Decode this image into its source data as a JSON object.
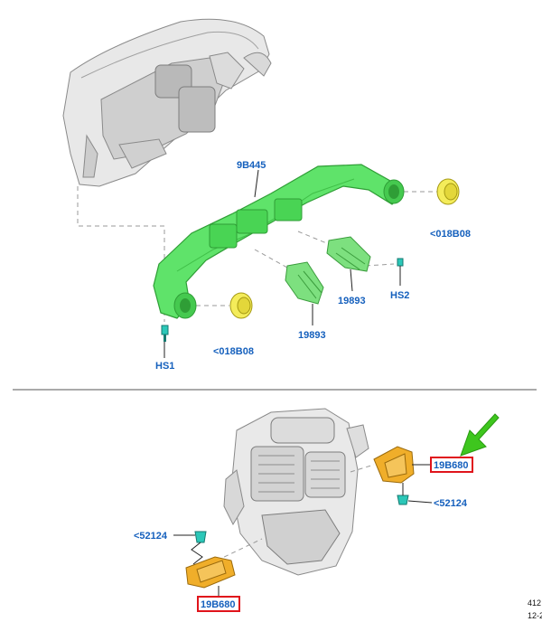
{
  "colors": {
    "callout_text": "#1560bd",
    "highlight_box": "#e0141b",
    "arrow": "#3ec61e",
    "duct_green": "#5fe36a",
    "duct_green_dark": "#2f9e36",
    "grille_yellow": "#f4ec5a",
    "bracket_orange": "#f0ae2a",
    "fastener_teal": "#2bc7b8",
    "dash_gray": "#cfcfcf",
    "body_gray": "#d6d6d6"
  },
  "top_section": {
    "callouts": {
      "main_duct": "9B445",
      "grille_right": "<018B08",
      "grille_left": "<018B08",
      "center_duct_right": "19893",
      "center_duct_left": "19893",
      "screw_right": "HS2",
      "screw_left": "HS1"
    },
    "icons": [
      "instrument-panel",
      "air-duct",
      "vent-grille",
      "screw"
    ]
  },
  "bottom_section": {
    "callouts": {
      "bracket_right": "19B680",
      "bracket_left": "19B680",
      "clip_right": "<52124",
      "clip_left": "<52124"
    },
    "icons": [
      "hvac-unit",
      "bracket",
      "clip",
      "pointer-arrow"
    ]
  },
  "footer": {
    "line1": "412",
    "line2": "12-2"
  }
}
